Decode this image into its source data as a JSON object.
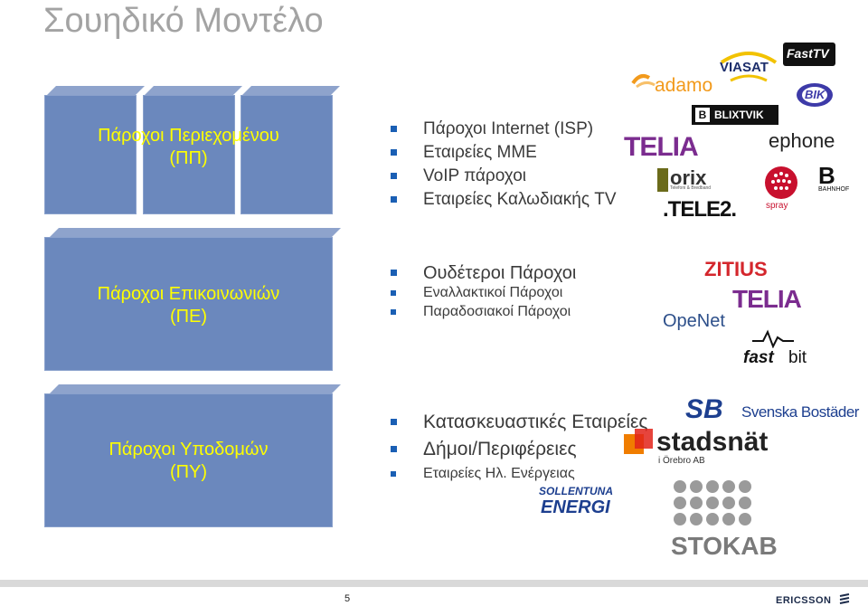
{
  "title": "Σουηδικό Μοντέλο",
  "blocks": {
    "pp": {
      "label1": "Πάροχοι Περιεχομένου",
      "label2": "(ΠΠ)"
    },
    "pe": {
      "label1": "Πάροχοι Επικοινωνιών",
      "label2": "(ΠΕ)"
    },
    "py": {
      "label1": "Πάροχοι Υποδομών",
      "label2": "(ΠΥ)"
    }
  },
  "sections": {
    "content_providers": [
      "Πάροχοι Internet (ISP)",
      "Εταιρείες ΜΜΕ",
      "VoIP πάροχοι",
      "Εταιρείες Καλωδιακής TV"
    ],
    "communication_providers": [
      "Ουδέτεροι Πάροχοι",
      "Εναλλακτικοί Πάροχοι",
      "Παραδοσιακοί Πάροχοι"
    ],
    "infrastructure_providers": [
      "Κατασκευαστικές Εταιρείες",
      "Δήμοι/Περιφέρειες",
      "Εταιρείες Ηλ. Ενέργειας"
    ]
  },
  "logos": {
    "adamo": "adamo",
    "viasat": "VIASAT",
    "fasttv": "FastTV",
    "bik": "BIK",
    "blixtvik": "BLIXTVIK",
    "telia": "TELIA",
    "ephone": "ephone",
    "orix": "orix",
    "orix_sub": "Telefoni & Bredband",
    "spray": "spray",
    "bahnhof": "BAHNHOF",
    "tele2": ".TELE2.",
    "zitius": "ZITIUS",
    "telia2": "TELIA",
    "openet": "OpeNet",
    "fastbit_fast": "fast",
    "fastbit_bit": "bit",
    "sb": "SB",
    "svenska": "Svenska Bostäder",
    "stadsnat": "stadsnät",
    "stadsnat_sub": "i Örebro AB",
    "sollentuna1": "SOLLENTUNA",
    "sollentuna2": "ENERGI",
    "stokab": "STOKAB"
  },
  "footer": {
    "page_number": "5",
    "brand": "ERICSSON"
  }
}
